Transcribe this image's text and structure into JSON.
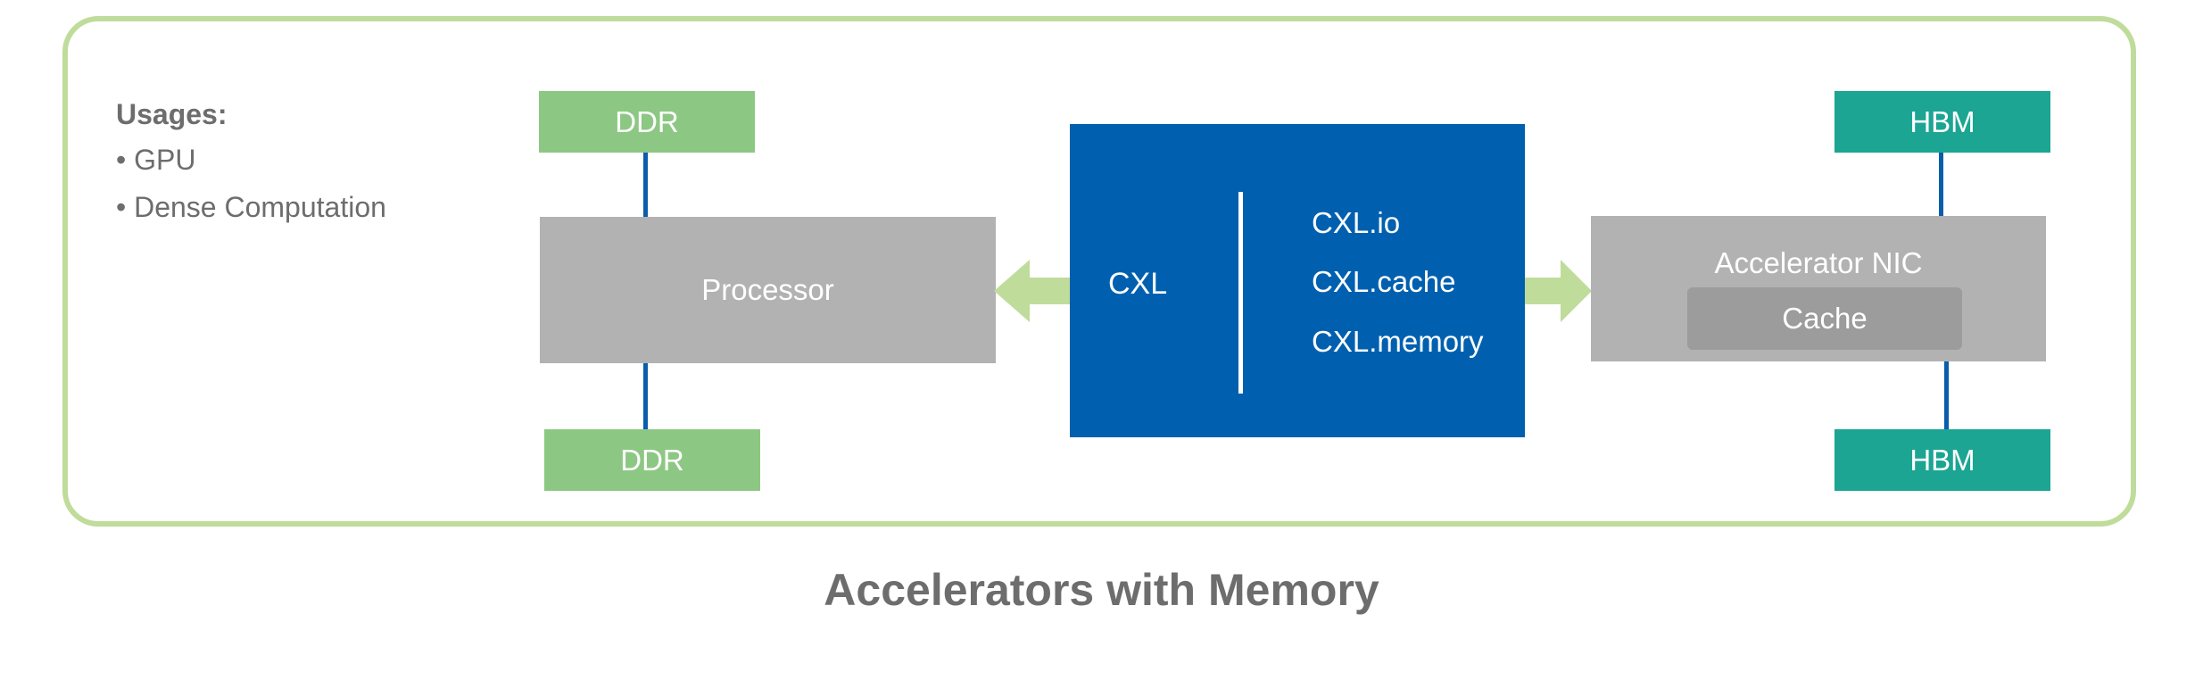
{
  "usages": {
    "heading": "Usages:",
    "items": [
      "• GPU",
      "• Dense Computation"
    ]
  },
  "memory": {
    "ddr_top": "DDR",
    "ddr_bottom": "DDR",
    "hbm_top": "HBM",
    "hbm_bottom": "HBM"
  },
  "processor": {
    "label": "Processor"
  },
  "cxl": {
    "label": "CXL",
    "protocols": [
      "CXL.io",
      "CXL.cache",
      "CXL.memory"
    ]
  },
  "accelerator": {
    "title": "Accelerator NIC",
    "cache_label": "Cache"
  },
  "caption": "Accelerators with Memory",
  "colors": {
    "frame": "#bfdc9b",
    "ddr": "#8dc784",
    "hbm": "#1ba592",
    "gray_box": "#b2b2b3",
    "cache_box": "#9c9c9d",
    "cxl_block": "#0060af",
    "connector": "#0a5dab",
    "arrow": "#bfdc9b",
    "text_gray": "#6d6d6d"
  }
}
